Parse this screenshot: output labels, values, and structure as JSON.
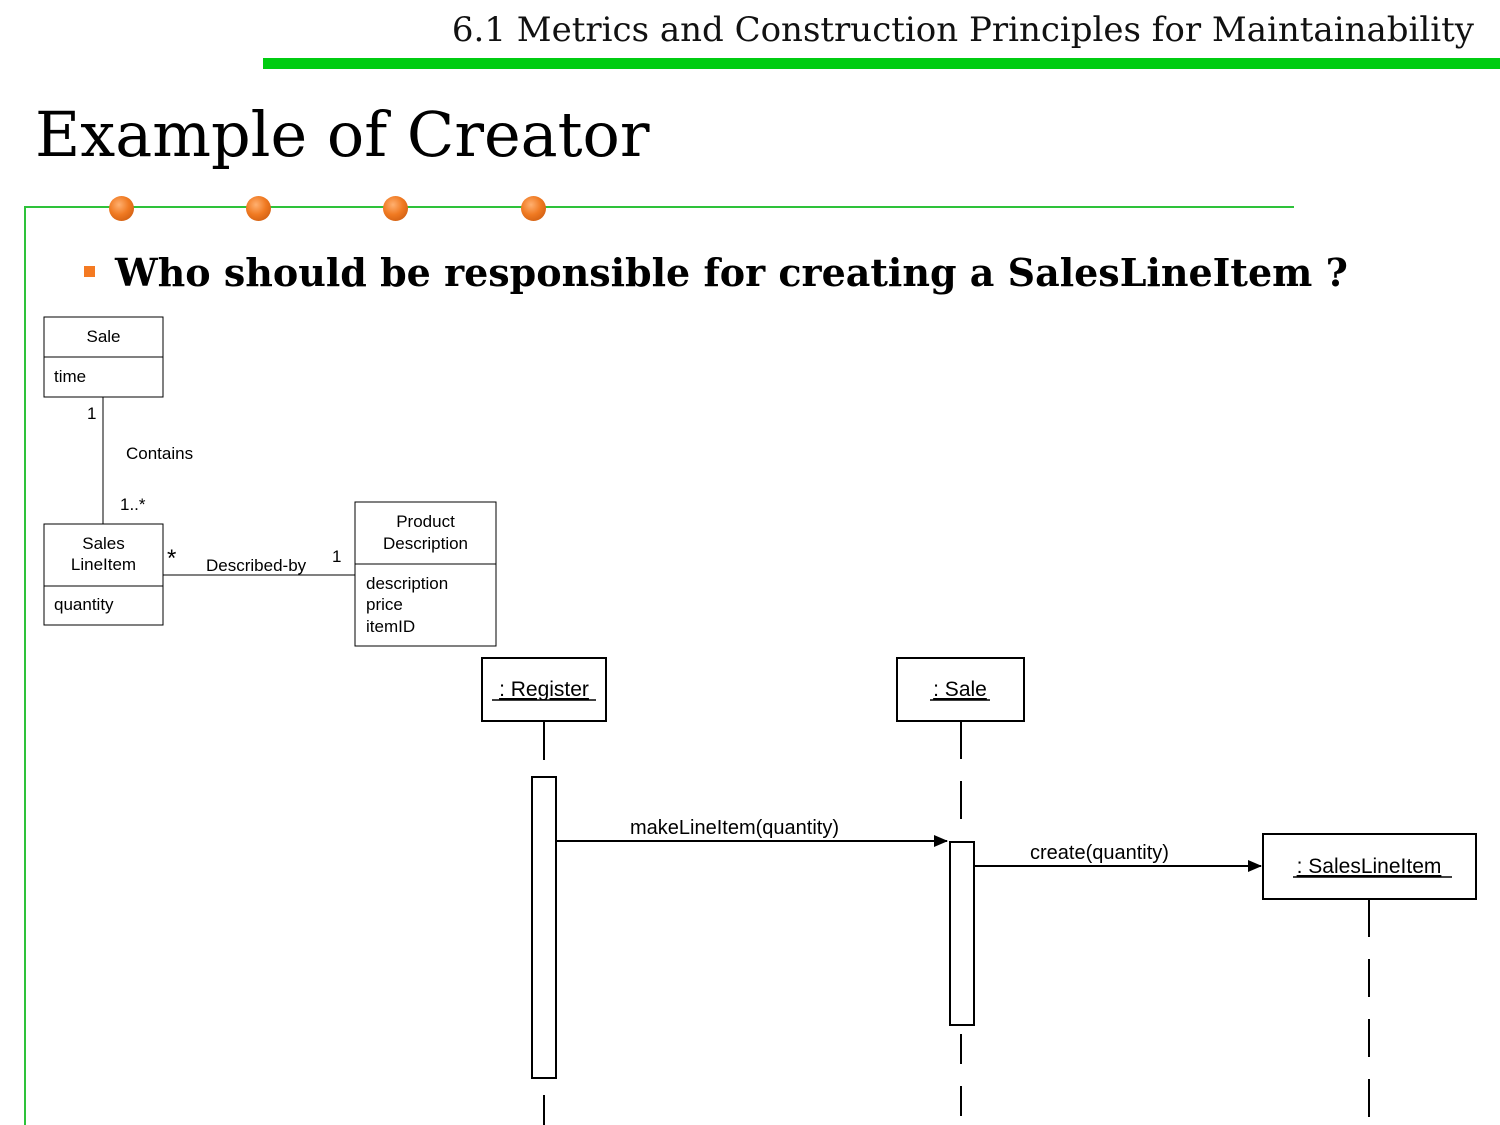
{
  "header": {
    "title": "6.1 Metrics and Construction Principles for Maintainability"
  },
  "slide": {
    "title": "Example of Creator",
    "bullet": "Who should be responsible for creating a SalesLineItem ?"
  },
  "colors": {
    "header_bar": "#00cc11",
    "frame": "#2ec23a",
    "bullet": "#f47a22",
    "dot": "#f07a22"
  },
  "class_diagram": {
    "sale": {
      "name": "Sale",
      "attributes": [
        "time"
      ]
    },
    "sales_line_item": {
      "name_lines": [
        "Sales",
        "LineItem"
      ],
      "attributes": [
        "quantity"
      ]
    },
    "product_description": {
      "name_lines": [
        "Product",
        "Description"
      ],
      "attributes": [
        "description",
        "price",
        "itemID"
      ]
    },
    "contains": {
      "label": "Contains",
      "sale_multiplicity": "1",
      "item_multiplicity": "1..*"
    },
    "described_by": {
      "label": "Described-by",
      "item_multiplicity": "*",
      "product_multiplicity": "1"
    }
  },
  "sequence_diagram": {
    "objects": {
      "register": ": Register",
      "sale": ": Sale",
      "sales_line_item": ": SalesLineItem"
    },
    "messages": {
      "make_line_item": "makeLineItem(quantity)",
      "create": "create(quantity)"
    }
  }
}
